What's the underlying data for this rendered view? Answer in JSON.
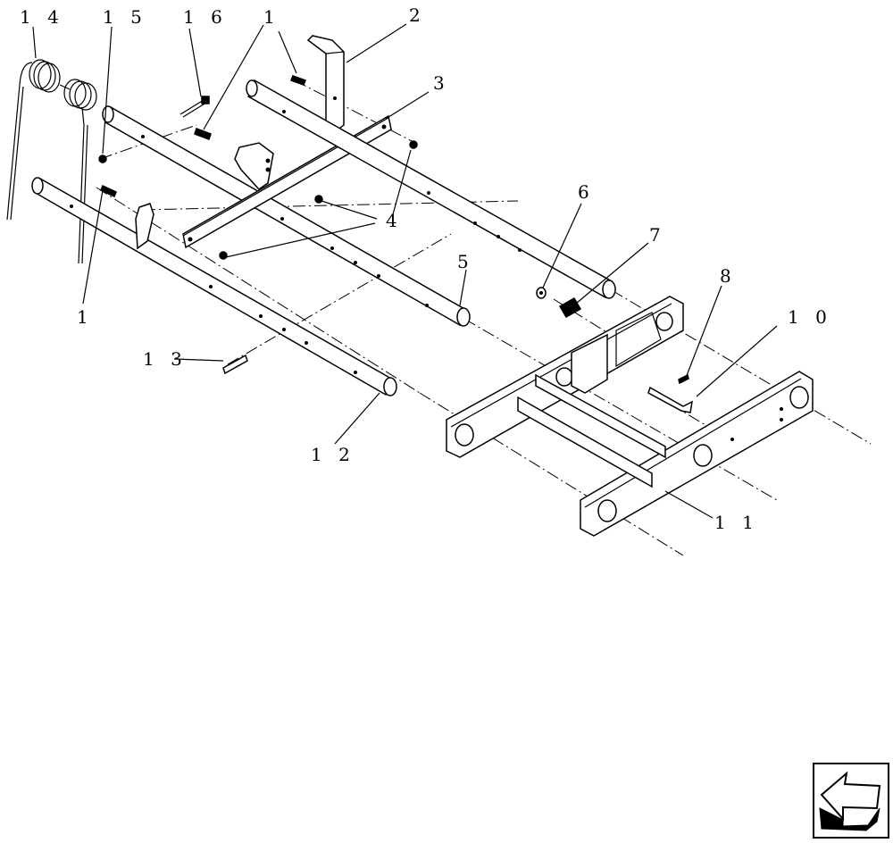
{
  "diagram": {
    "callouts": [
      {
        "id": "c14",
        "text": "1 4"
      },
      {
        "id": "c15",
        "text": "1 5"
      },
      {
        "id": "c16",
        "text": "1 6"
      },
      {
        "id": "c1a",
        "text": "1"
      },
      {
        "id": "c2",
        "text": "2"
      },
      {
        "id": "c3",
        "text": "3"
      },
      {
        "id": "c4",
        "text": "4"
      },
      {
        "id": "c6",
        "text": "6"
      },
      {
        "id": "c7",
        "text": "7"
      },
      {
        "id": "c5",
        "text": "5"
      },
      {
        "id": "c8",
        "text": "8"
      },
      {
        "id": "c10",
        "text": "1 0"
      },
      {
        "id": "c1b",
        "text": "1"
      },
      {
        "id": "c13",
        "text": "1 3"
      },
      {
        "id": "c12",
        "text": "1 2"
      },
      {
        "id": "c11",
        "text": "1 1"
      }
    ],
    "nav_icon": "previous-page-arrow-icon"
  }
}
